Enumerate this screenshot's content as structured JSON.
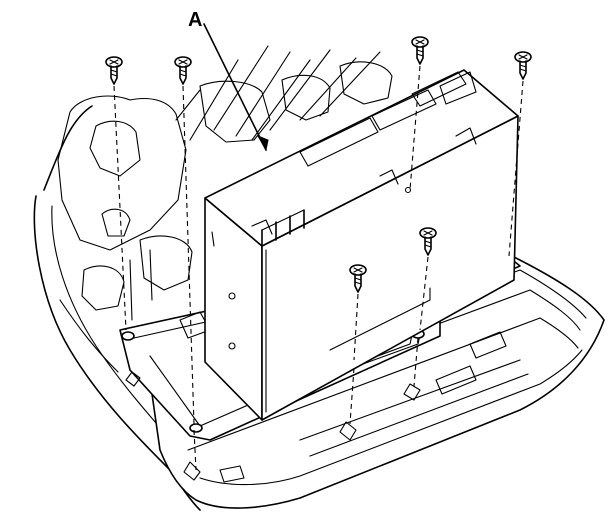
{
  "figure": {
    "callouts": [
      {
        "id": "A",
        "label": "A"
      }
    ],
    "parts": [
      {
        "name": "audio-unit",
        "icon": "rectangular-box"
      },
      {
        "name": "mounting-bracket",
        "icon": "bracket-plate"
      },
      {
        "name": "console-panel",
        "icon": "panel-housing"
      },
      {
        "name": "screw",
        "count": 6,
        "icon": "screw-icon"
      }
    ],
    "colors": {
      "ink": "#000000",
      "background": "#ffffff"
    }
  }
}
